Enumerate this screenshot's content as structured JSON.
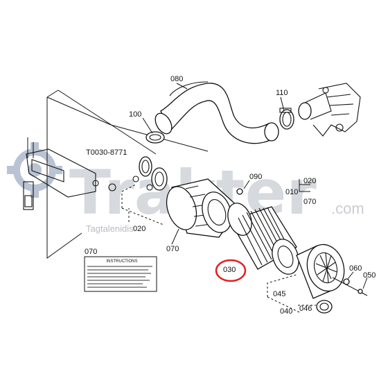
{
  "labels": {
    "p080": "080",
    "p110": "110",
    "p100": "100",
    "ref": "T0030-8771",
    "p090": "090",
    "p020_right": "020",
    "p010": "010",
    "p070_right": "070",
    "p020_left": "020",
    "p070_mid": "070",
    "p030": "030",
    "p060": "060",
    "p050": "050",
    "p045": "045",
    "p046": "046",
    "p040": "040",
    "p070_label": "070"
  },
  "instructions_title": "INSTRUCTIONS",
  "watermark": {
    "brand": "Trakter",
    "domain": ".com",
    "tagline": "Tagtalenidis"
  },
  "colors": {
    "line": "#111111",
    "highlight": "#e0201f",
    "watermark": "#d6d9de",
    "gear": "#9aa7bd"
  }
}
